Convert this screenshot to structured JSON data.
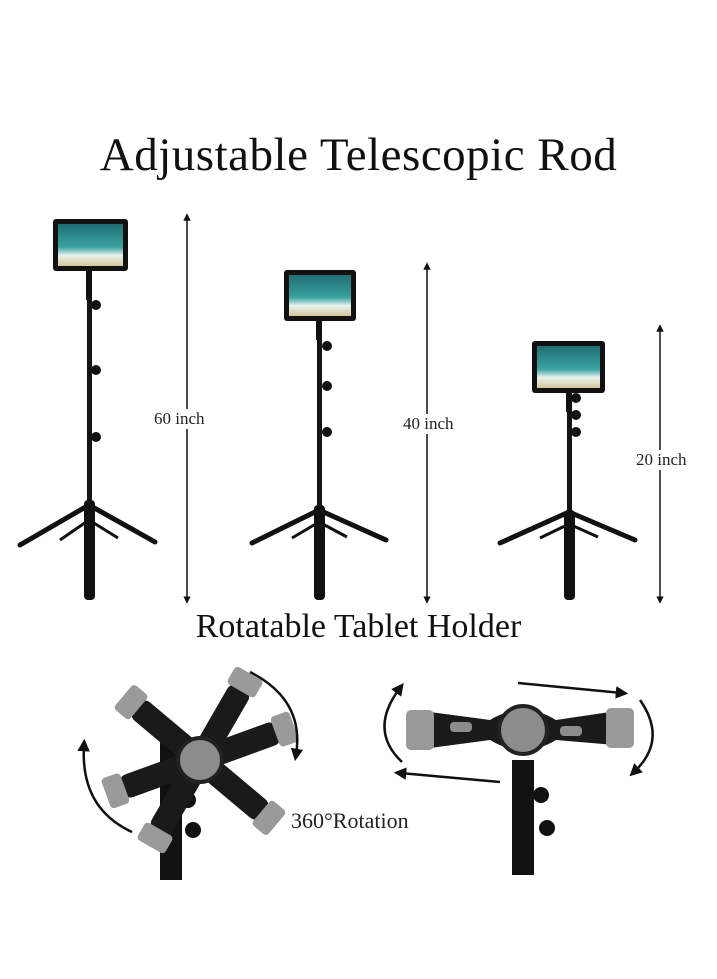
{
  "title": "Adjustable Telescopic Rod",
  "subtitle": "Rotatable Tablet Holder",
  "heights": [
    {
      "label": "60 inch"
    },
    {
      "label": "40 inch"
    },
    {
      "label": "20 inch"
    }
  ],
  "rotation_label": "360°Rotation",
  "colors": {
    "stand": "#111111",
    "screen_top": "#2a8f8a",
    "screen_sand": "#d9c9a3",
    "bracket": "#9a9a9a"
  }
}
